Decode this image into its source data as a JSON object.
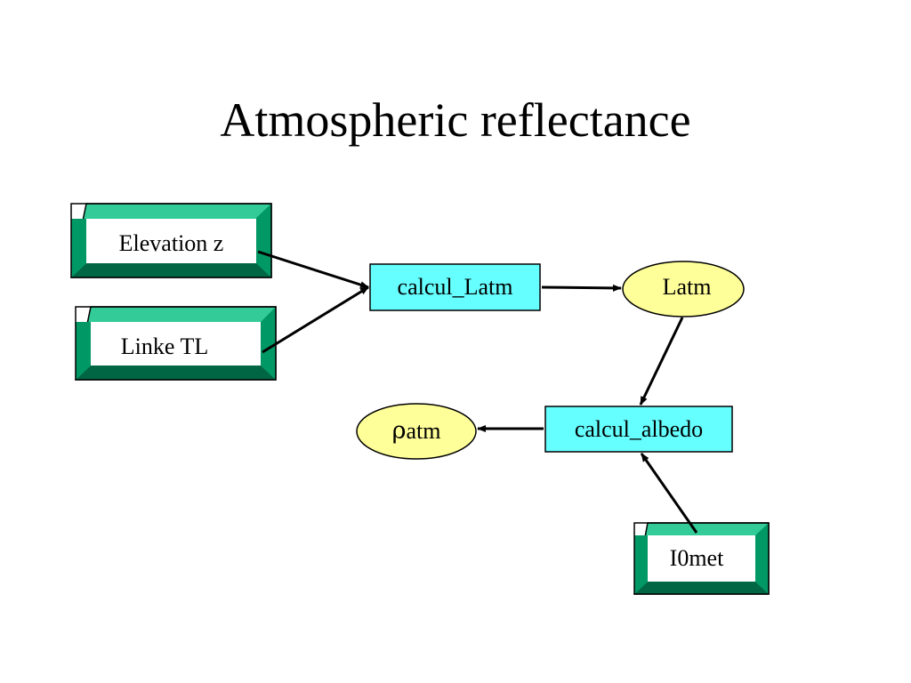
{
  "slide": {
    "title": "Atmospheric reflectance"
  },
  "colors": {
    "input_face": "#009966",
    "input_light": "#33cc99",
    "input_dark": "#006644",
    "process_fill": "#66ffff",
    "variable_fill": "#ffff99",
    "stroke": "#000000"
  },
  "diagram": {
    "inputs": {
      "elevation": "Elevation z",
      "linke": "Linke TL",
      "i0met": "I0met"
    },
    "processes": {
      "calcul_latm": "calcul_Latm",
      "calcul_albedo": "calcul_albedo"
    },
    "variables": {
      "latm": "Latm",
      "rho_symbol": "ρ",
      "rho_suffix": "atm"
    }
  }
}
